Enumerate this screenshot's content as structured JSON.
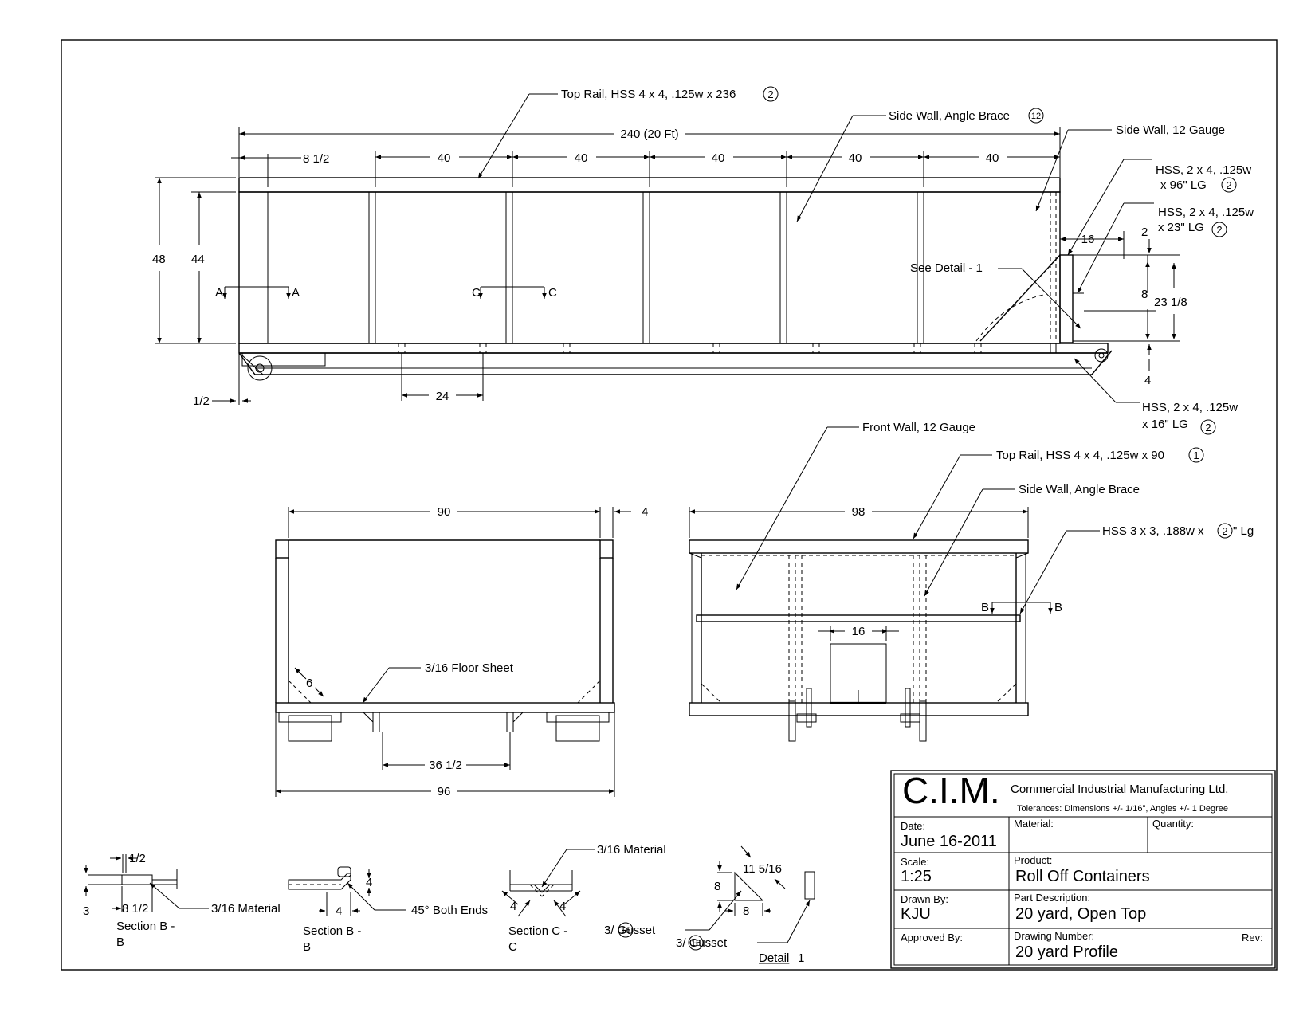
{
  "side_view": {
    "callouts": {
      "top_rail": "Top Rail, HSS 4 x 4, .125w x 236",
      "top_rail_qty": "2",
      "angle_brace": "Side Wall, Angle Brace",
      "angle_brace_qty": "12",
      "side_wall": "Side Wall, 12 Gauge",
      "hss_96_a": "HSS, 2 x 4, .125w",
      "hss_96_b": "x 96\" LG",
      "hss_96_qty": "2",
      "hss_23_a": "HSS, 2 x 4, .125w",
      "hss_23_b": "x 23\" LG",
      "hss_23_qty": "2",
      "see_detail": "See Detail - 1",
      "hss_16_a": "HSS, 2 x 4, .125w",
      "hss_16_b": "x 16\" LG",
      "hss_16_qty": "2"
    },
    "dims": {
      "overall": "240  (20 Ft)",
      "first": "8 1/2",
      "spacings": [
        "40",
        "40",
        "40",
        "40",
        "40"
      ],
      "height_48": "48",
      "height_44": "44",
      "d16": "16",
      "d2": "2",
      "d8": "8",
      "d23": "23 1/8",
      "d4": "4",
      "d24": "24",
      "d_half": "1/2"
    },
    "sections": {
      "a": "A",
      "c": "C"
    }
  },
  "end_view_left": {
    "dims": {
      "w90": "90",
      "w4": "4",
      "w6": "6",
      "w36": "36 1/2",
      "w96": "96"
    },
    "floor": "3/16 Floor Sheet"
  },
  "end_view_right": {
    "callouts": {
      "front_wall": "Front Wall, 12 Gauge",
      "top_rail": "Top Rail, HSS 4 x 4, .125w x 90",
      "top_rail_qty": "1",
      "angle_brace": "Side Wall, Angle Brace",
      "hss33_a": "HSS 3 x 3, .188w x",
      "hss33_b": "\" Lg",
      "hss33_qty": "2"
    },
    "dims": {
      "w98": "98",
      "w16": "16"
    },
    "section": "B"
  },
  "details": {
    "sec1_title_a": "Section B -",
    "sec1_title_b": "B",
    "sec1_half": "1/2",
    "sec1_3": "3",
    "sec1_812": "8 1/2",
    "sec1_mat": "3/16 Material",
    "sec2_title_a": "Section B -",
    "sec2_title_b": "B",
    "sec2_4a": "4",
    "sec2_4b": "4",
    "sec2_note": "45° Both Ends",
    "sec3_mat": "3/16 Material",
    "sec3_title_a": "Section C -",
    "sec3_title_b": "C",
    "sec3_4a": "4",
    "sec3_4b": "4",
    "det_11": "11 5/16",
    "det_8a": "8",
    "det_8b": "8",
    "gusset1": "3/  Gusset",
    "gusset1_qty": "16",
    "gusset2": "3/  Gusset",
    "gusset2_qty": "16",
    "detail_label": "Detail",
    "detail_num": "1"
  },
  "title_block": {
    "logo": "C.I.M.",
    "company": "Commercial Industrial Manufacturing Ltd.",
    "tolerances": "Tolerances:  Dimensions +/- 1/16\", Angles +/- 1 Degree",
    "date_label": "Date:",
    "date": "June 16-2011",
    "material_label": "Material:",
    "quantity_label": "Quantity:",
    "scale_label": "Scale:",
    "scale": "1:25",
    "product_label": "Product:",
    "product": "Roll Off Containers",
    "drawn_label": "Drawn By:",
    "drawn": "KJU",
    "part_label": "Part Description:",
    "part": "20 yard, Open Top",
    "approved_label": "Approved By:",
    "drawing_label": "Drawing Number:",
    "drawing": "20 yard Profile",
    "rev_label": "Rev:"
  }
}
